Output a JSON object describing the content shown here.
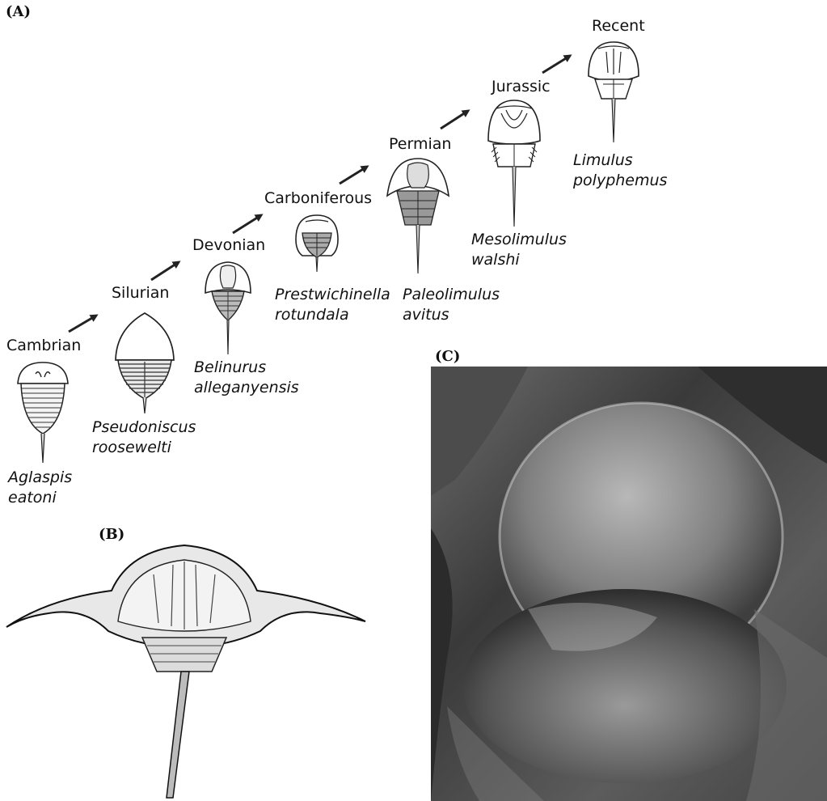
{
  "panels": {
    "a": "(A)",
    "b": "(B)",
    "c": "(C)"
  },
  "timeline": [
    {
      "period": "Cambrian",
      "genus": "Aglaspis",
      "species": "eatoni"
    },
    {
      "period": "Silurian",
      "genus": "Pseudoniscus",
      "species": "roosewelti"
    },
    {
      "period": "Devonian",
      "genus": "Belinurus",
      "species": "alleganyensis"
    },
    {
      "period": "Carboniferous",
      "genus": "Prestwichinella",
      "species": "rotundala"
    },
    {
      "period": "Permian",
      "genus": "Paleolimulus",
      "species": "avitus"
    },
    {
      "period": "Jurassic",
      "genus": "Mesolimulus",
      "species": "walshi"
    },
    {
      "period": "Recent",
      "genus": "Limulus",
      "species": "polyphemus"
    }
  ]
}
